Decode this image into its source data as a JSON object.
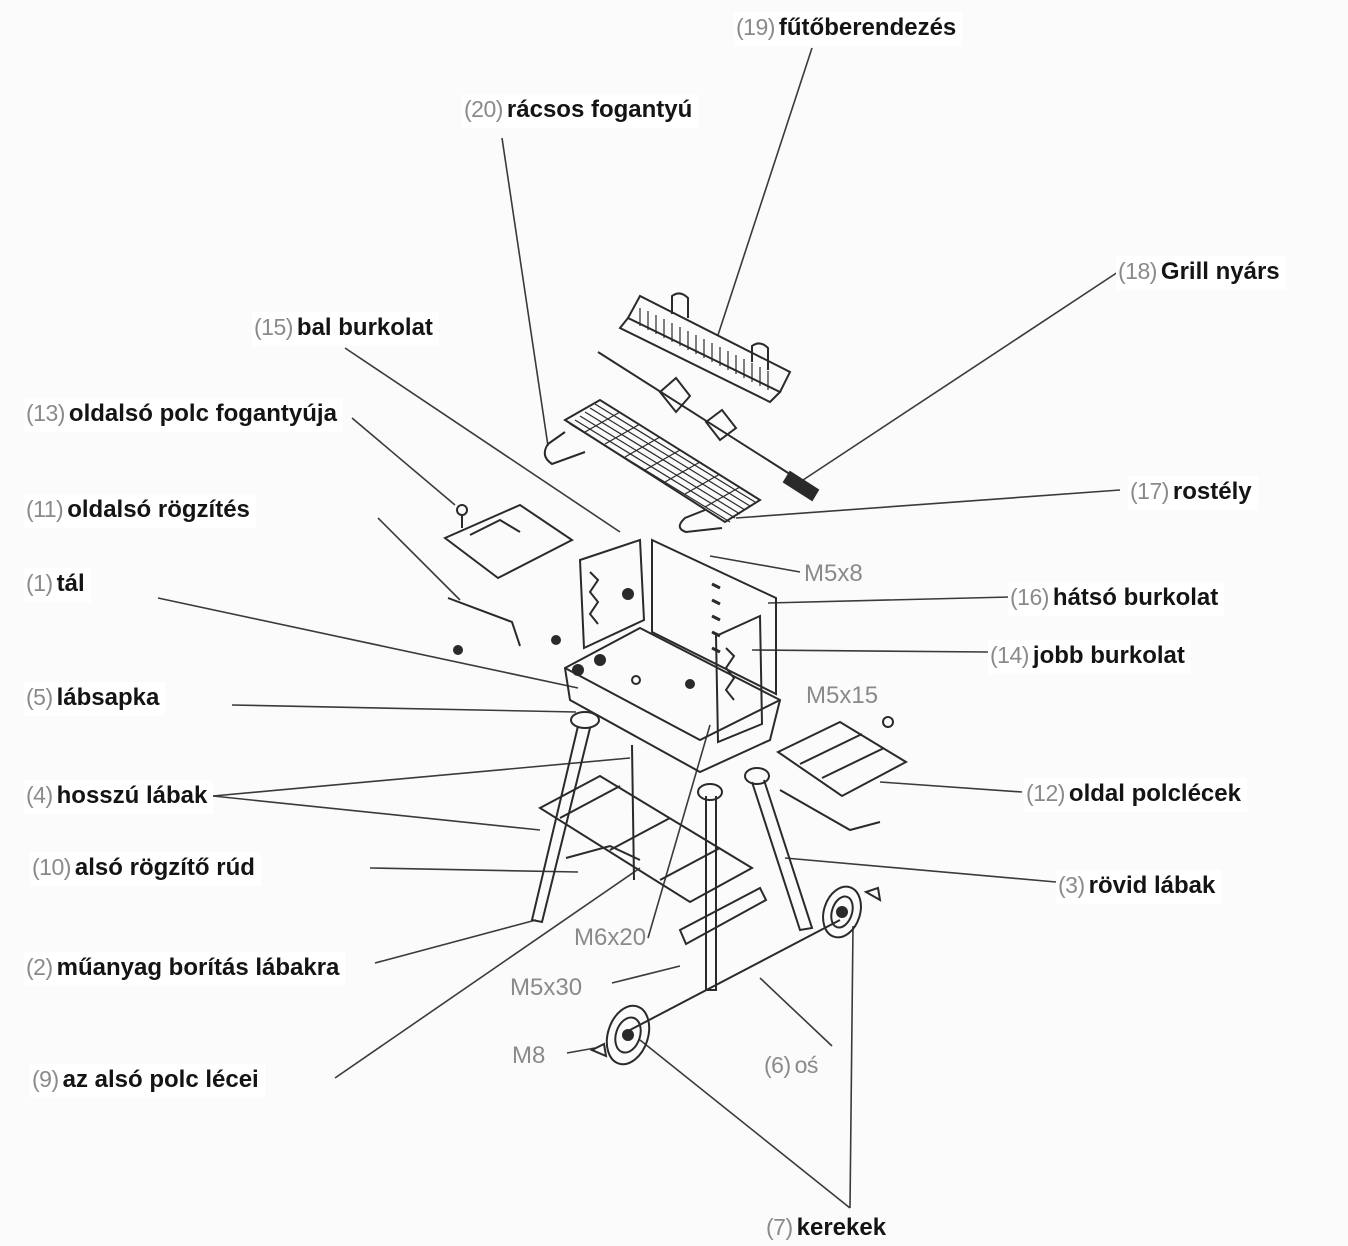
{
  "labels": [
    {
      "id": "p19",
      "num": "(19)",
      "name": "fűtőberendezés"
    },
    {
      "id": "p20",
      "num": "(20)",
      "name": "rácsos fogantyú"
    },
    {
      "id": "p18",
      "num": "(18)",
      "name": "Grill nyárs"
    },
    {
      "id": "p15",
      "num": "(15)",
      "name": "bal burkolat"
    },
    {
      "id": "p13",
      "num": "(13)",
      "name": "oldalsó polc fogantyúja"
    },
    {
      "id": "p17",
      "num": "(17)",
      "name": "rostély"
    },
    {
      "id": "p11",
      "num": "(11)",
      "name": "oldalsó rögzítés"
    },
    {
      "id": "p1",
      "num": "(1)",
      "name": "tál"
    },
    {
      "id": "p16",
      "num": "(16)",
      "name": "hátsó burkolat"
    },
    {
      "id": "p14",
      "num": "(14)",
      "name": "jobb burkolat"
    },
    {
      "id": "p5",
      "num": "(5)",
      "name": "lábsapka"
    },
    {
      "id": "p4",
      "num": "(4)",
      "name": "hosszú lábak"
    },
    {
      "id": "p12",
      "num": "(12)",
      "name": "oldal polclécek"
    },
    {
      "id": "p10",
      "num": "(10)",
      "name": "alsó rögzítő rúd"
    },
    {
      "id": "p3",
      "num": "(3)",
      "name": "rövid lábak"
    },
    {
      "id": "p2",
      "num": "(2)",
      "name": "műanyag borítás lábakra"
    },
    {
      "id": "p6",
      "num": "(6)",
      "name": "oś"
    },
    {
      "id": "p9",
      "num": "(9)",
      "name": "az alsó polc lécei"
    },
    {
      "id": "p7",
      "num": "(7)",
      "name": "kerekek"
    }
  ],
  "specs": [
    {
      "id": "m5x8",
      "text": "M5x8"
    },
    {
      "id": "m5x15",
      "text": "M5x15"
    },
    {
      "id": "m6x20",
      "text": "M6x20"
    },
    {
      "id": "m5x30",
      "text": "M5x30"
    },
    {
      "id": "m8",
      "text": "M8"
    }
  ],
  "colors": {
    "line": "#3a3a3a",
    "part": "#2a2a2a",
    "number": "#8a8a8a",
    "text": "#141414"
  }
}
